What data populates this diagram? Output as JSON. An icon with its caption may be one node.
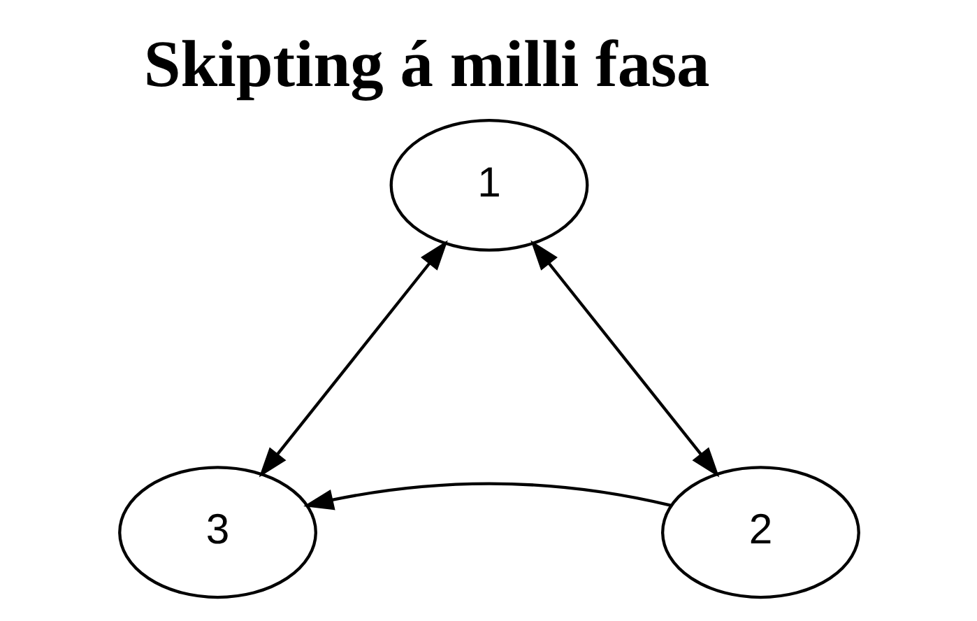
{
  "diagram": {
    "title": "Skipting á milli fasa",
    "nodes": [
      {
        "text": [
          "1"
        ]
      },
      {
        "text": [
          "2"
        ]
      },
      {
        "text": [
          "3"
        ]
      }
    ],
    "edges": [
      {
        "from": 0,
        "to": 1,
        "arrow": "both"
      },
      {
        "from": 0,
        "to": 2,
        "arrow": "both"
      },
      {
        "from": 1,
        "to": 2,
        "arrow": "to"
      }
    ]
  }
}
